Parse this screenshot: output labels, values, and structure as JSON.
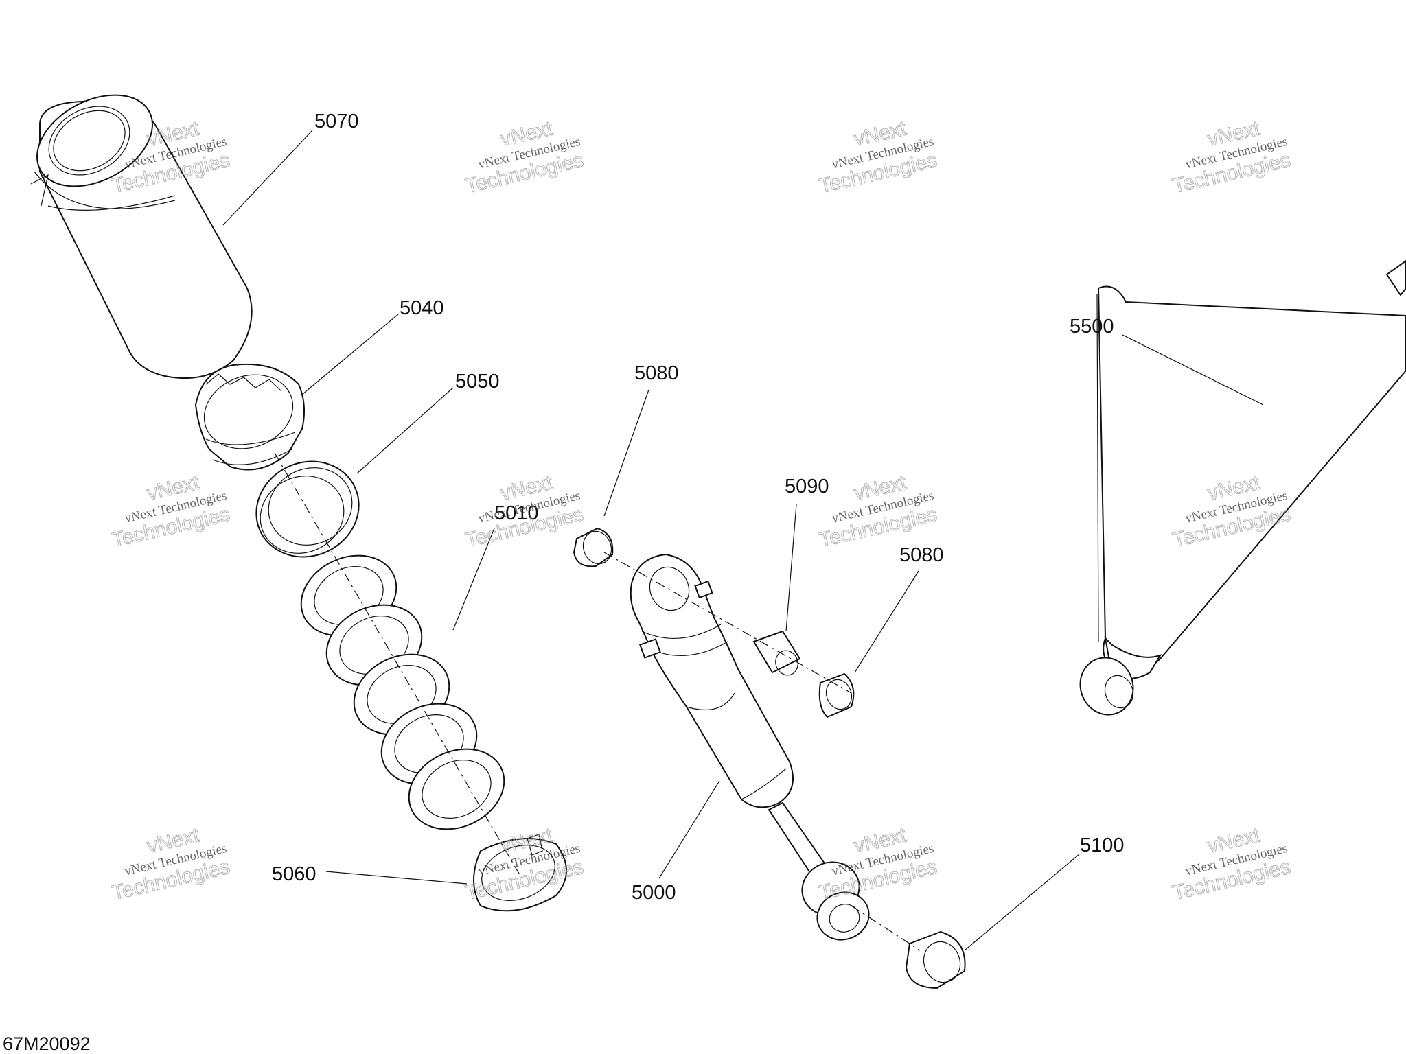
{
  "diagram": {
    "reference_number": "67M20092",
    "callouts": [
      "5070",
      "5040",
      "5050",
      "5010",
      "5060",
      "5080",
      "5090",
      "5080",
      "5000",
      "5100",
      "5500"
    ],
    "watermark": {
      "line1": "vNext Technologies",
      "line2": "vNext",
      "line3": "Technologies"
    }
  }
}
